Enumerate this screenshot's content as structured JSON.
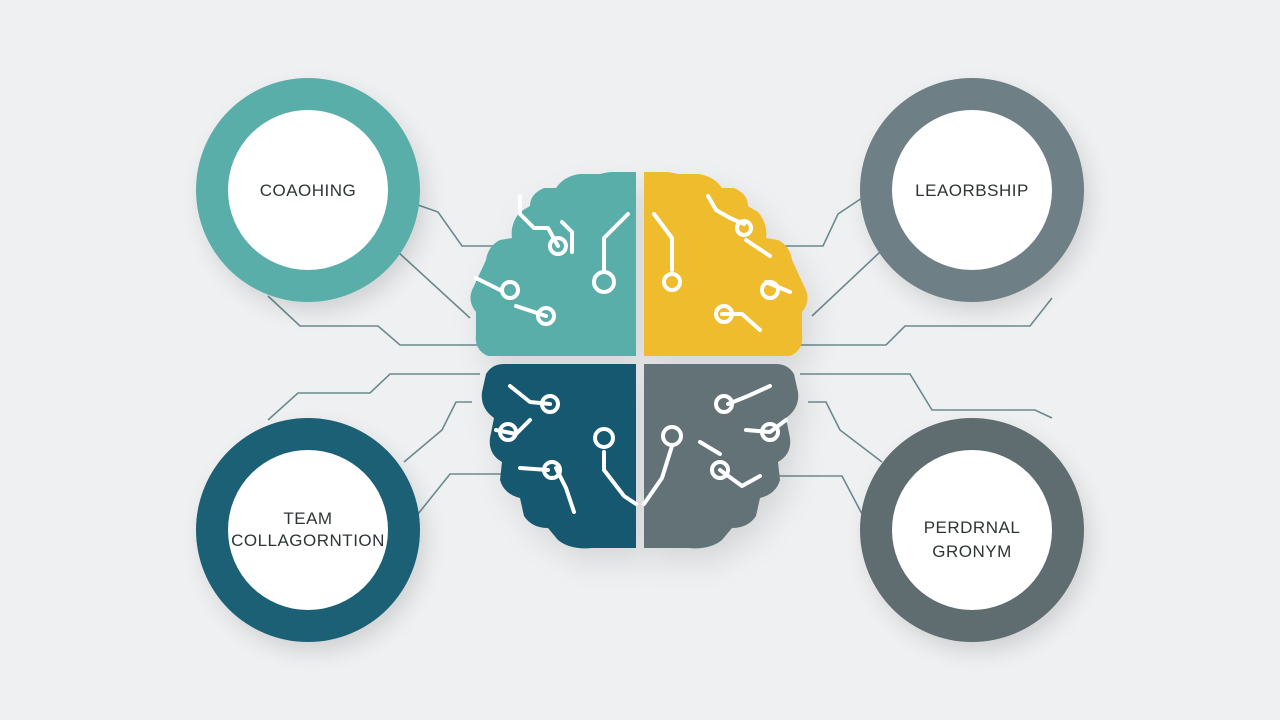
{
  "colors": {
    "background": "#eef0f1",
    "teal_light": "#5aaea9",
    "teal_dark": "#17596f",
    "yellow": "#efbc2e",
    "slate": "#637277",
    "connector": "#6b8a8e",
    "white": "#ffffff"
  },
  "nodes": {
    "coaching": {
      "label": "COAOHING",
      "ring_color": "#5aaea9"
    },
    "leadership": {
      "label": "LEAORBSHIP",
      "ring_color": "#6e7f85"
    },
    "team": {
      "label_line1": "TEAM",
      "label_line2": "COLLAGORNTION",
      "ring_color": "#1b6076"
    },
    "personal": {
      "label_line1": "PERDRNAL",
      "label_line2": "GRONYM",
      "ring_color": "#5f6d70"
    }
  },
  "brain": {
    "quadrants": [
      "upper-left",
      "upper-right",
      "lower-left",
      "lower-right"
    ],
    "icon": "brain-circuit-icon"
  }
}
